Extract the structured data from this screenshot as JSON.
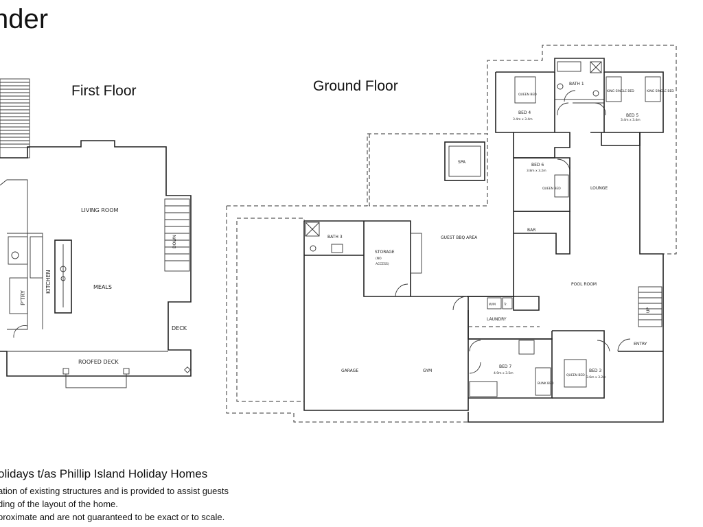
{
  "document": {
    "title_fragment": "nder",
    "floor_labels": {
      "first": "First Floor",
      "ground": "Ground Floor"
    },
    "footer": [
      "olidays t/as Phillip Island Holiday Homes",
      "ation of existing structures and is provided to assist guests",
      "ding of the layout of the home.",
      "proximate and are not guaranteed to be exact or to scale."
    ]
  },
  "first_floor": {
    "rooms": {
      "living_room": "LIVING ROOM",
      "meals": "MEALS",
      "kitchen": "KITCHEN",
      "pantry": "P'TRY",
      "roofed_deck": "ROOFED DECK",
      "deck": "DECK",
      "down": "DOWN"
    }
  },
  "ground_floor": {
    "rooms": {
      "bath1": "BATH 1",
      "bed4": "BED 4",
      "bed4_dims": "3.4m x 3.4m",
      "bed4_bed": "QUEEN BED",
      "bed5": "BED 5",
      "bed5_dims": "3.4m x 3.4m",
      "bed5_bed_a": "KING SINGLE BED",
      "bed5_bed_b": "KING SINGLE BED",
      "spa": "SPA",
      "bed6": "BED 6",
      "bed6_dims": "3.8m x 3.2m",
      "bed6_bed": "QUEEN BED",
      "lounge": "LOUNGE",
      "bar": "BAR",
      "bath3": "BATH 3",
      "storage": "STORAGE",
      "storage_note_1": "(NO",
      "storage_note_2": "ACCESS)",
      "guest_bbq": "GUEST BBQ AREA",
      "pool_room": "POOL ROOM",
      "wm": "W/M",
      "tr": "Tr.",
      "laundry": "LAUNDRY",
      "garage": "GARAGE",
      "gym": "GYM",
      "bed7": "BED 7",
      "bed7_dims": "4.9m x 3.5m",
      "bunk_bed": "BUNK BED",
      "bed3": "BED 3",
      "bed3_dims": "3.6m x 3.2m",
      "bed3_bed": "QUEEN BED",
      "entry": "ENTRY",
      "up": "UP"
    }
  }
}
